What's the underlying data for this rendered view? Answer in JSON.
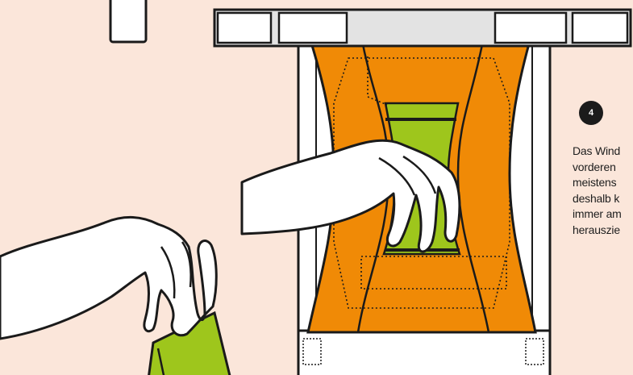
{
  "step": {
    "number": "4",
    "lines": [
      "Das Wind",
      "vorderen ",
      "meistens ",
      "deshalb k",
      "immer am",
      "herauszie"
    ]
  },
  "colors": {
    "background": "#fbe6da",
    "pad": "#f08a06",
    "core": "#9ec61c",
    "outline": "#1a1a1a",
    "wrapper": "#ffffff",
    "tray": "#e3e3e3"
  },
  "icons": [
    "left-hand-icon",
    "right-hand-icon",
    "green-liner-icon",
    "diaper-pad-icon"
  ]
}
